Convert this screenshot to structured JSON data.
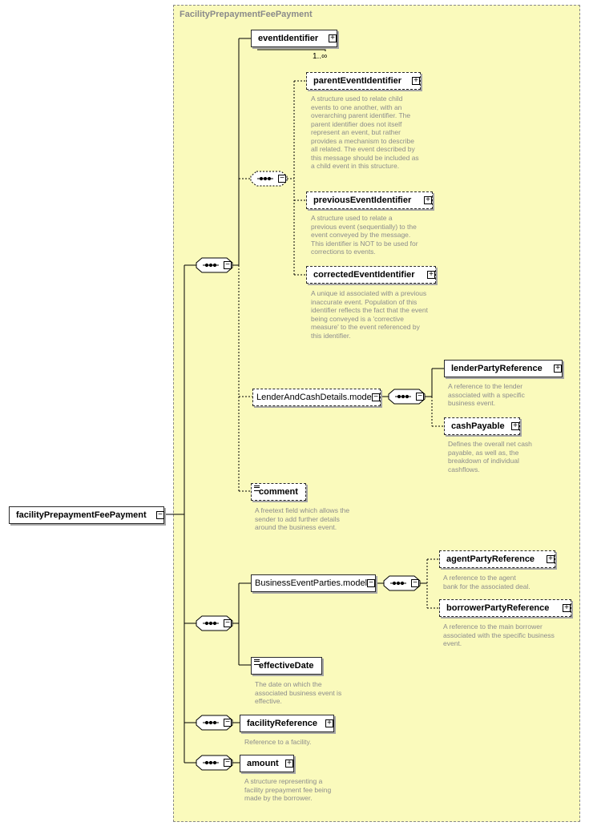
{
  "type_box": {
    "title": "FacilityPrepaymentFeePayment"
  },
  "root": {
    "name": "facilityPrepaymentFeePayment"
  },
  "elements": {
    "event_identifier": {
      "name": "eventIdentifier",
      "cardinality": "1..∞"
    },
    "parent_event_identifier": {
      "name": "parentEventIdentifier",
      "doc": "A structure used to relate child events to one another, with an overarching parent identifier. The parent identifier does not itself represent an event, but rather provides a mechanism to describe all related. The event described by this message should be included as a child event in this structure."
    },
    "previous_event_identifier": {
      "name": "previousEventIdentifier",
      "doc": "A structure used to relate a previous event (sequentially) to the event conveyed by the message. This identifier is NOT to be used for corrections to events."
    },
    "corrected_event_identifier": {
      "name": "correctedEventIdentifier",
      "doc": "A unique id associated with a previous inaccurate event. Population of this identifier reflects the fact that the event being conveyed is a 'corrective measure' to the event referenced by this identifier."
    },
    "lender_and_cash_details_model": {
      "name": "LenderAndCashDetails.model"
    },
    "lender_party_reference": {
      "name": "lenderPartyReference",
      "doc": "A reference to the lender associated with a specific business event."
    },
    "cash_payable": {
      "name": "cashPayable",
      "doc": "Defines the overall net cash payable, as well as, the breakdown of individual cashflows."
    },
    "comment": {
      "name": "comment",
      "doc": "A freetext field which allows the sender to add further details around the business event."
    },
    "business_event_parties_model": {
      "name": "BusinessEventParties.model"
    },
    "agent_party_reference": {
      "name": "agentPartyReference",
      "doc": "A reference to the agent bank for the associated deal."
    },
    "borrower_party_reference": {
      "name": "borrowerPartyReference",
      "doc": "A reference to the main borrower associated with the specific business event."
    },
    "effective_date": {
      "name": "effectiveDate",
      "doc": "The date on which the associated business event is effective."
    },
    "facility_reference": {
      "name": "facilityReference",
      "doc": "Reference to a facility."
    },
    "amount": {
      "name": "amount",
      "doc": "A structure representing a facility prepayment fee being made by the borrower."
    }
  },
  "icons": {
    "expand": "plus-box-icon",
    "collapse": "minus-box-icon",
    "sequence": "sequence-compositor-icon",
    "text_content": "text-content-icon"
  }
}
